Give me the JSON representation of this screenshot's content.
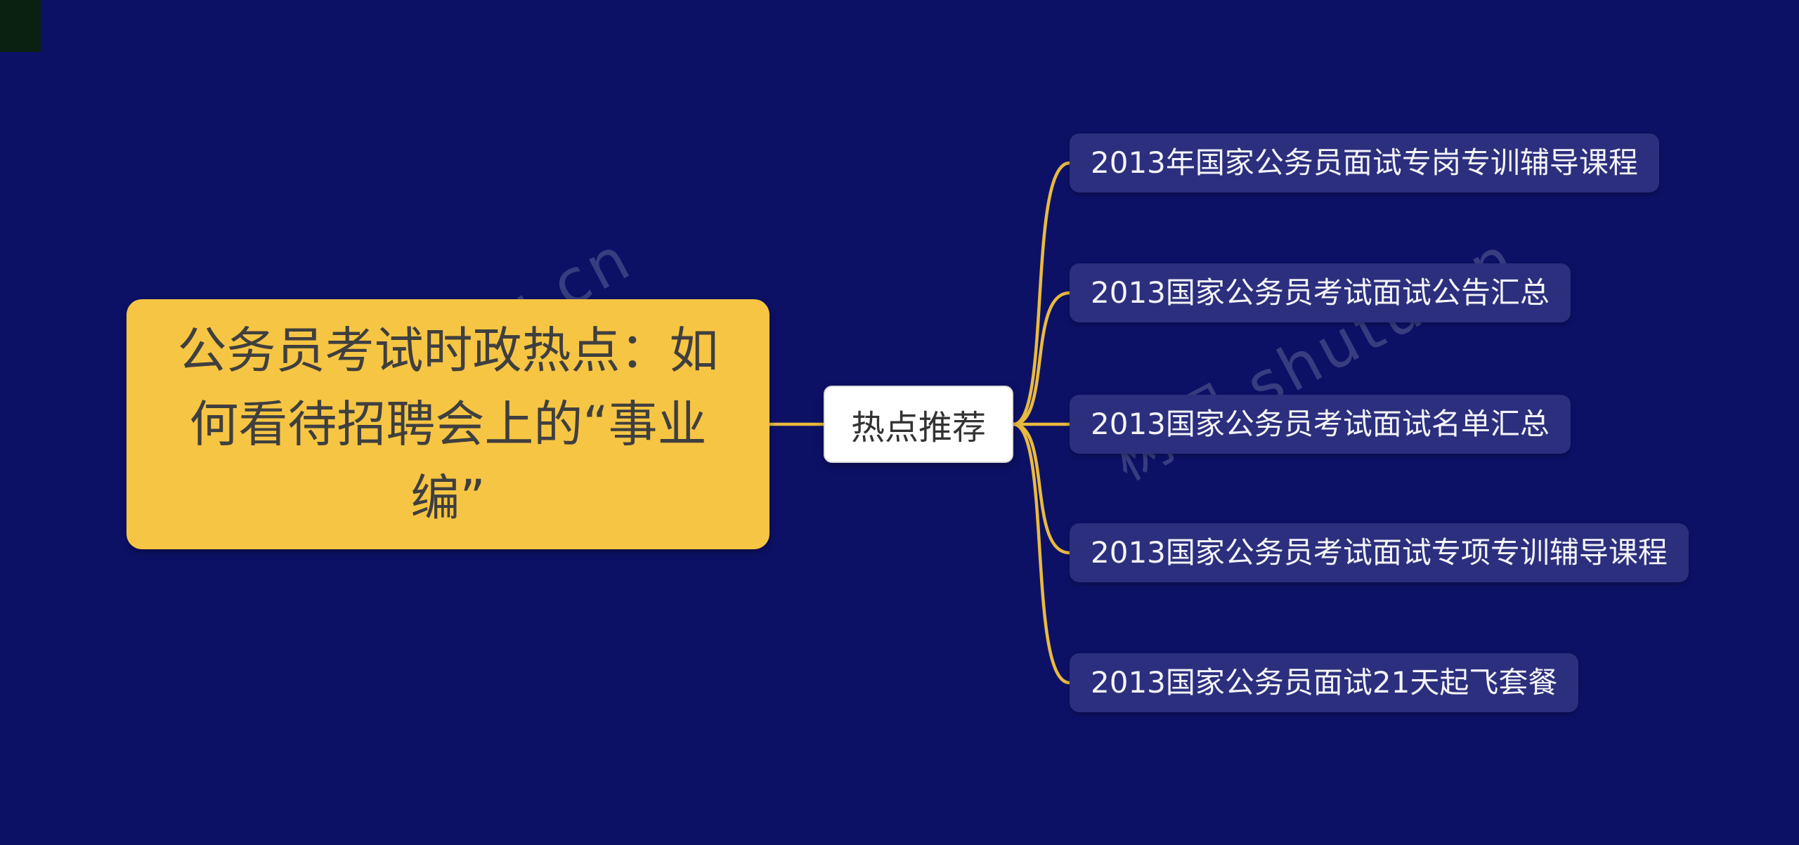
{
  "root": {
    "label": "公务员考试时政热点：如何看待招聘会上的“事业编”"
  },
  "hub": {
    "label": "热点推荐"
  },
  "branches": [
    {
      "label": "2013年国家公务员面试专岗专训辅导课程"
    },
    {
      "label": "2013国家公务员考试面试公告汇总"
    },
    {
      "label": "2013国家公务员考试面试名单汇总"
    },
    {
      "label": "2013国家公务员考试面试专项专训辅导课程"
    },
    {
      "label": "2013国家公务员面试21天起飞套餐"
    }
  ],
  "watermark": {
    "text": "树图.shutu.cn"
  },
  "colors": {
    "background": "#0d1166",
    "root_fill": "#f6c544",
    "root_text": "#3f3f3f",
    "hub_fill": "#ffffff",
    "hub_text": "#333333",
    "branch_fill": "#2b2f7d",
    "branch_text": "#f4f4f8",
    "connector": "#e9ba3f"
  }
}
